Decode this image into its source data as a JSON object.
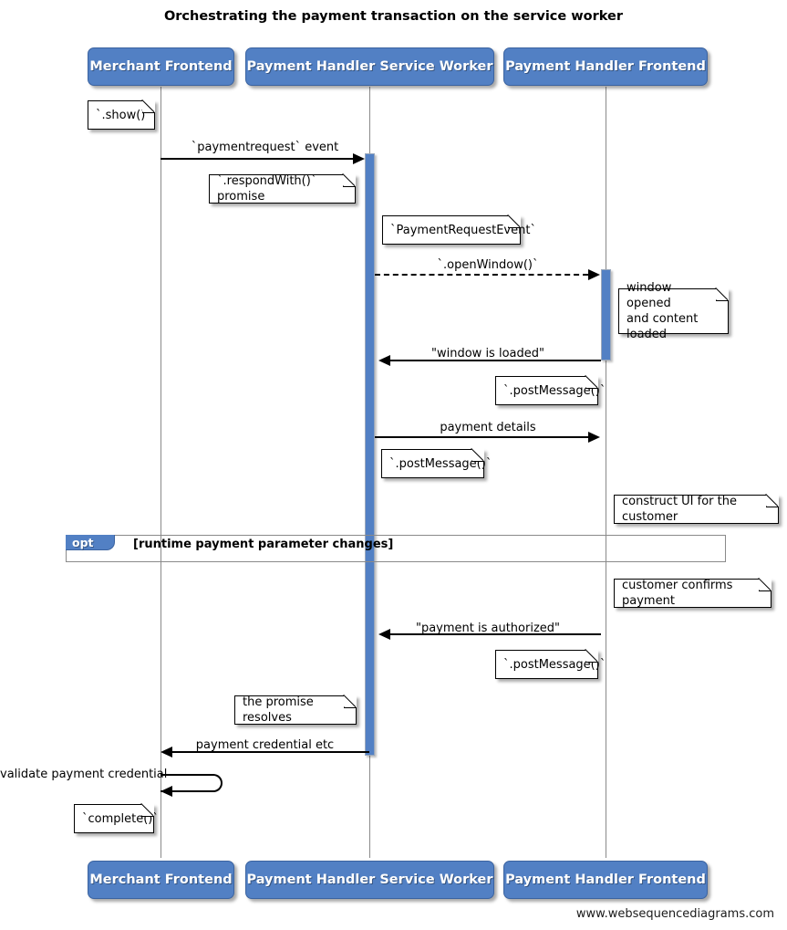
{
  "title": "Orchestrating the payment transaction on the service worker",
  "footer": "www.websequencediagrams.com",
  "colors": {
    "participant_fill": "#5280c4",
    "participant_text": "#ffffff",
    "activation_fill": "#5280c4",
    "lifeline": "#8a8a8a",
    "arrow": "#000000",
    "note_fill": "#ffffff",
    "fragment_tab": "#5280c4"
  },
  "participants": [
    {
      "id": "merchant",
      "label": "Merchant Frontend"
    },
    {
      "id": "sw",
      "label": "Payment Handler Service Worker"
    },
    {
      "id": "phf",
      "label": "Payment Handler Frontend"
    }
  ],
  "messages": [
    {
      "id": "m1",
      "label": "`paymentrequest` event",
      "from": "merchant",
      "to": "sw",
      "style": "solid",
      "direction": "right"
    },
    {
      "id": "m2",
      "label": "`.openWindow()`",
      "from": "sw",
      "to": "phf",
      "style": "dashed",
      "direction": "right"
    },
    {
      "id": "m3",
      "label": "\"window is loaded\"",
      "from": "phf",
      "to": "sw",
      "style": "solid",
      "direction": "left"
    },
    {
      "id": "m4",
      "label": "payment details",
      "from": "sw",
      "to": "phf",
      "style": "solid",
      "direction": "right"
    },
    {
      "id": "m5",
      "label": "\"payment is authorized\"",
      "from": "phf",
      "to": "sw",
      "style": "solid",
      "direction": "left"
    },
    {
      "id": "m6",
      "label": "payment credential etc",
      "from": "sw",
      "to": "merchant",
      "style": "solid",
      "direction": "left"
    },
    {
      "id": "m7",
      "label": "validate payment credential",
      "from": "merchant",
      "to": "merchant",
      "style": "self",
      "direction": "left"
    }
  ],
  "notes": [
    {
      "id": "n1",
      "text": "`.show()`"
    },
    {
      "id": "n2",
      "text": "`.respondWith()` promise"
    },
    {
      "id": "n3",
      "text": "`PaymentRequestEvent`"
    },
    {
      "id": "n4",
      "text": "window opened\nand content loaded"
    },
    {
      "id": "n5",
      "text": "`.postMessage()`"
    },
    {
      "id": "n6",
      "text": "`.postMessage()`"
    },
    {
      "id": "n7",
      "text": "construct UI for the customer"
    },
    {
      "id": "n8",
      "text": "customer confirms payment"
    },
    {
      "id": "n9",
      "text": "`.postMessage()`"
    },
    {
      "id": "n10",
      "text": "the promise resolves"
    },
    {
      "id": "n11",
      "text": "`complete()`"
    }
  ],
  "fragments": [
    {
      "id": "opt1",
      "operator": "opt",
      "guard": "[runtime payment parameter changes]"
    }
  ]
}
